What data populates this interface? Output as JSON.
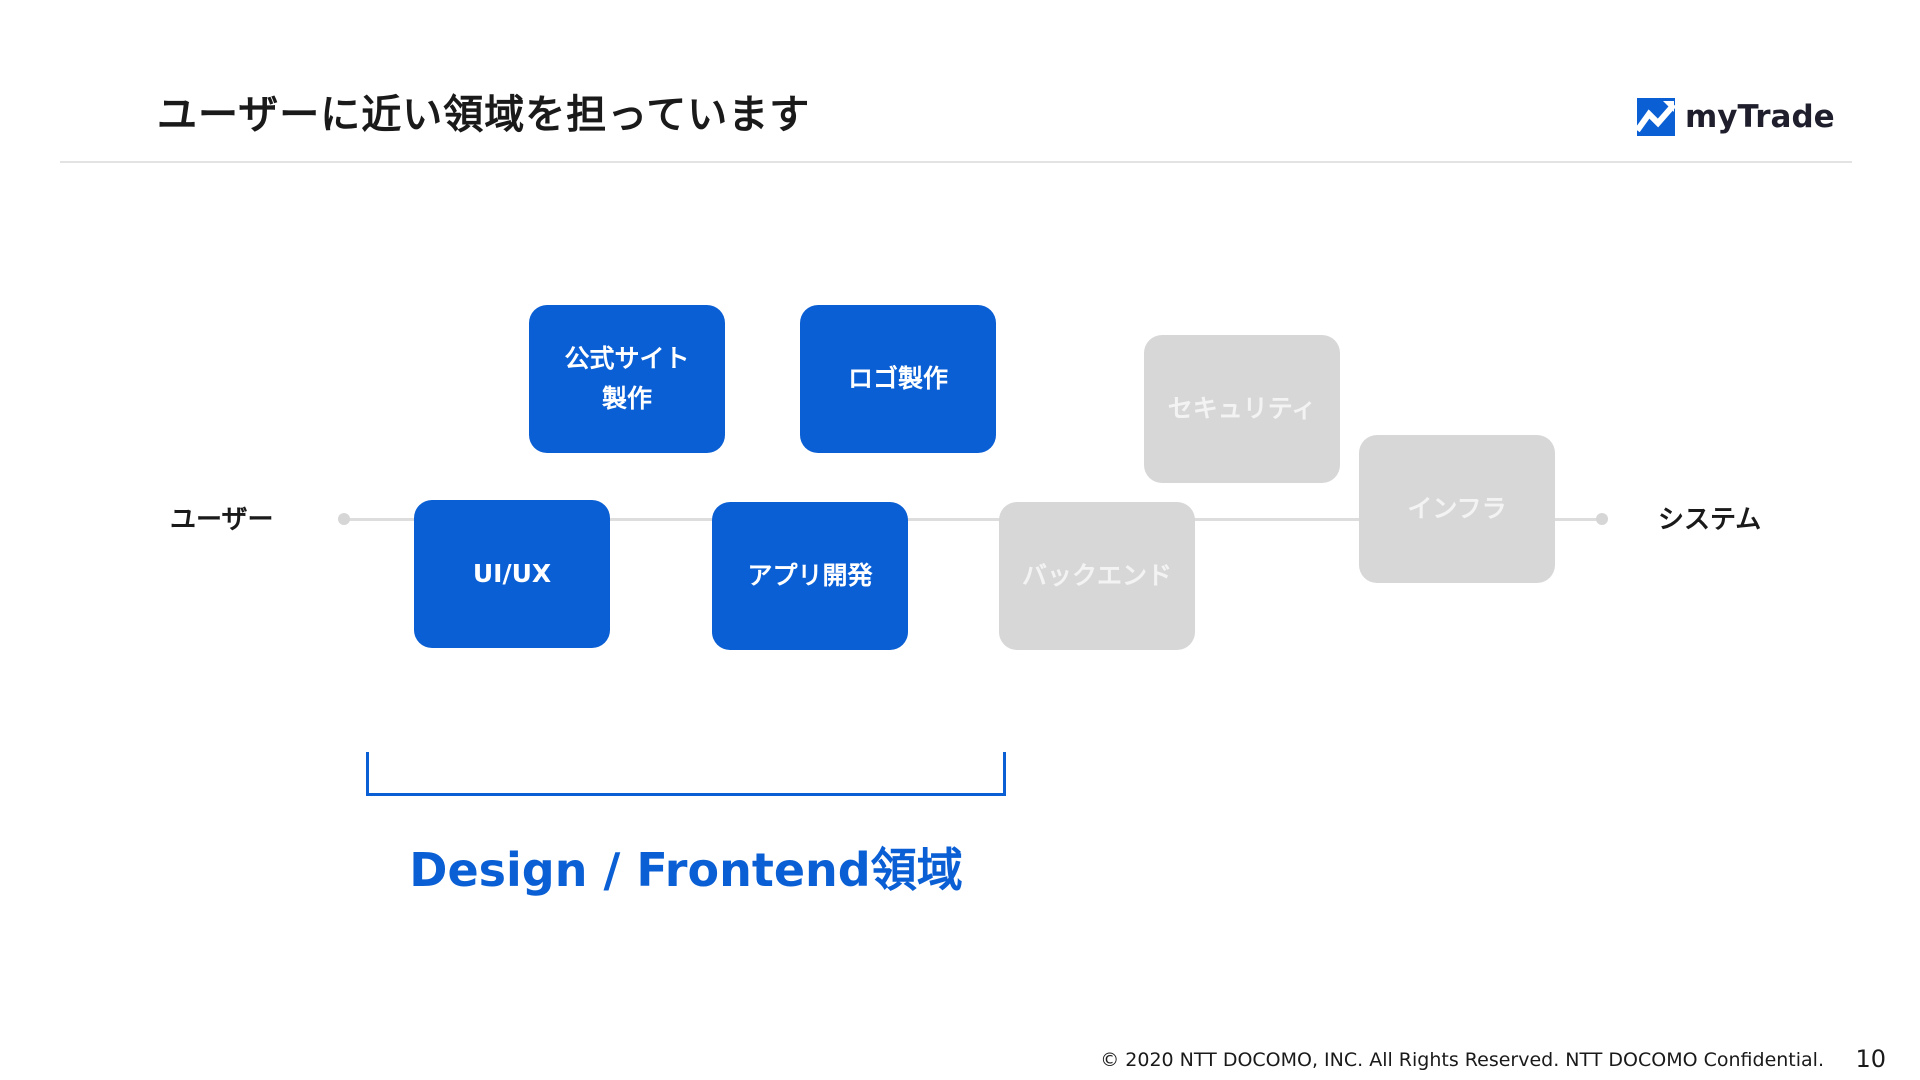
{
  "slide": {
    "title": "ユーザーに近い領域を担っています",
    "brand": "myTrade",
    "footer": "© 2020 NTT DOCOMO, INC. All Rights Reserved. NTT DOCOMO Confidential.",
    "page_number": "10"
  },
  "diagram": {
    "axis_left": "ユーザー",
    "axis_right": "システム",
    "boxes": [
      {
        "label": "公式サイト\n製作",
        "state": "active"
      },
      {
        "label": "ロゴ製作",
        "state": "active"
      },
      {
        "label": "UI/UX",
        "state": "active"
      },
      {
        "label": "アプリ開発",
        "state": "active"
      },
      {
        "label": "セキュリティ",
        "state": "inactive"
      },
      {
        "label": "バックエンド",
        "state": "inactive"
      },
      {
        "label": "インフラ",
        "state": "inactive"
      }
    ],
    "domain_label": "Design / Frontend領域"
  },
  "colors": {
    "accent": "#0a5fd4",
    "inactive_box": "#d7d7d7",
    "axis": "#dddddd"
  },
  "icons": {
    "logo": "mytrade-logo-icon"
  }
}
